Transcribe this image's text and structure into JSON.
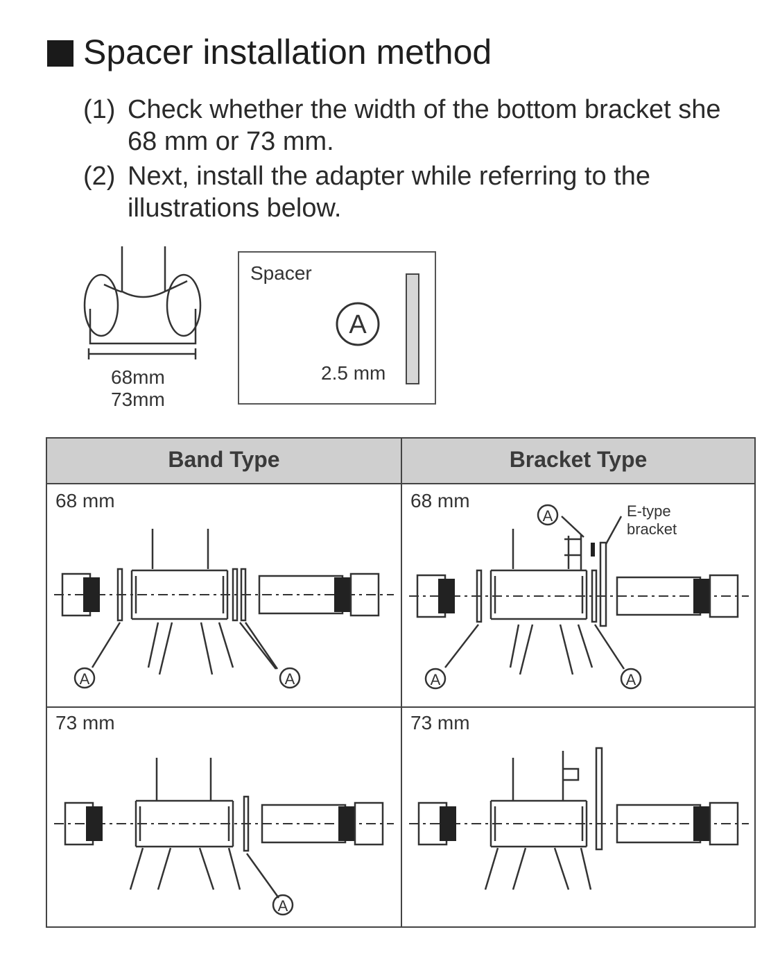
{
  "heading": "Spacer installation method",
  "steps": [
    {
      "num": "(1)",
      "line1": "Check whether the width of the bottom bracket she",
      "line2": "68 mm or 73 mm."
    },
    {
      "num": "(2)",
      "line1": "Next, install the adapter while referring to the",
      "line2": "illustrations below."
    }
  ],
  "shell_widths": [
    "68mm",
    "73mm"
  ],
  "spacer_box": {
    "title": "Spacer",
    "marker": "A",
    "thickness": "2.5 mm"
  },
  "table": {
    "columns": [
      "Band Type",
      "Bracket Type"
    ],
    "rows": [
      "68 mm",
      "73 mm"
    ],
    "marker": "A",
    "bracket_note": [
      "E-type",
      "bracket"
    ]
  }
}
